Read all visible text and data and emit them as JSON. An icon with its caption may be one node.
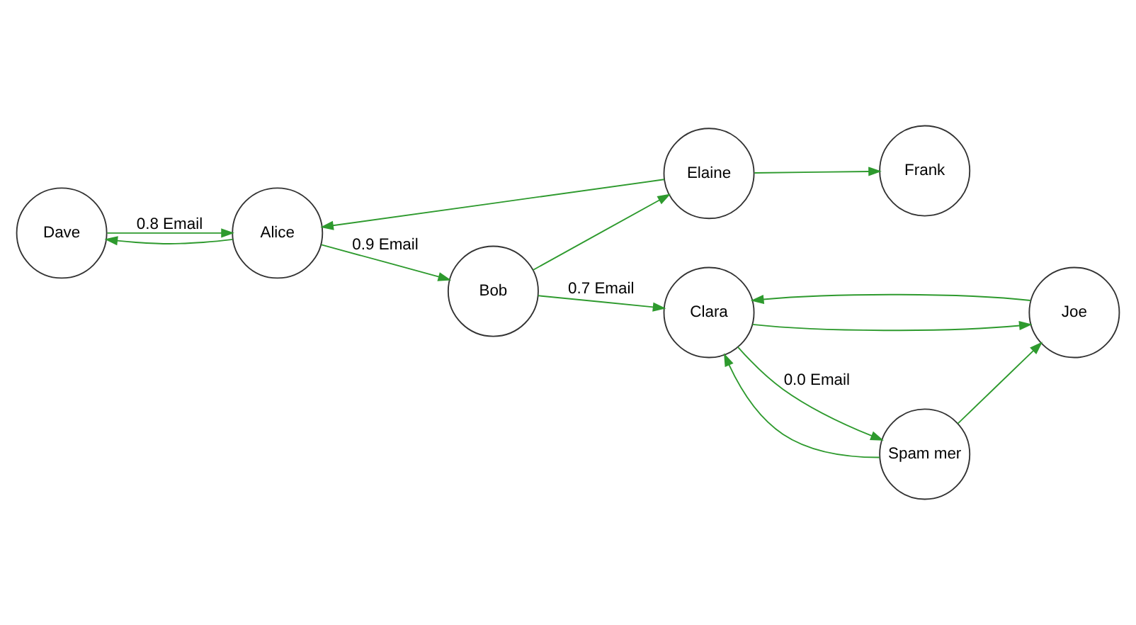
{
  "diagram": {
    "nodes": [
      {
        "text": [
          "Dave"
        ]
      },
      {
        "text": [
          "Frank"
        ]
      },
      {
        "text": [
          "Elaine"
        ]
      },
      {
        "text": [
          "Joe"
        ]
      },
      {
        "text": [
          "Clara"
        ]
      },
      {
        "text": [
          "Alice"
        ]
      },
      {
        "text": [
          "Bob"
        ]
      },
      {
        "text": [
          "Spam mer"
        ]
      }
    ],
    "edges": [
      {
        "from": 0,
        "to": 5,
        "arrow": "to",
        "label": "0.8 Email"
      },
      {
        "from": 5,
        "to": 0,
        "arrow": "to"
      },
      {
        "from": 2,
        "to": 5,
        "arrow": "to"
      },
      {
        "from": 2,
        "to": 1,
        "arrow": "to"
      },
      {
        "from": 5,
        "to": 6,
        "arrow": "to",
        "label": "0.9 Email"
      },
      {
        "from": 6,
        "to": 2,
        "arrow": "to"
      },
      {
        "from": 6,
        "to": 4,
        "arrow": "to",
        "label": "0.7 Email"
      },
      {
        "from": 4,
        "to": 3,
        "arrow": "to"
      },
      {
        "from": 3,
        "to": 4,
        "arrow": "to"
      },
      {
        "from": 4,
        "to": 7,
        "arrow": "to",
        "label": "0.0 Email"
      },
      {
        "from": 7,
        "to": 4,
        "arrow": "to"
      },
      {
        "from": 7,
        "to": 3,
        "arrow": "to"
      }
    ]
  }
}
